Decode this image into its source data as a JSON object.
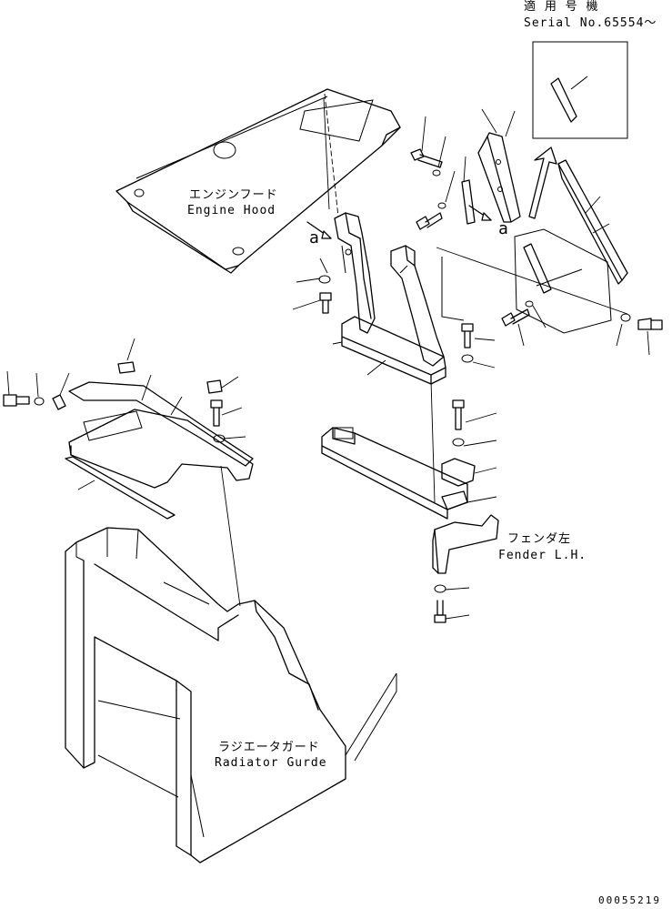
{
  "serial_box": {
    "line1": "適 用 号 機",
    "line2": "Serial No.65554〜"
  },
  "labels": {
    "engine_hood_jp": "エンジンフード",
    "engine_hood_en": "Engine Hood",
    "fender_jp": "フェンダ左",
    "fender_en": "Fender L.H.",
    "radiator_jp": "ラジエータガード",
    "radiator_en": "Radiator Gurde",
    "ref_a_left": "a",
    "ref_a_right": "a"
  },
  "figure_number": "00055219"
}
